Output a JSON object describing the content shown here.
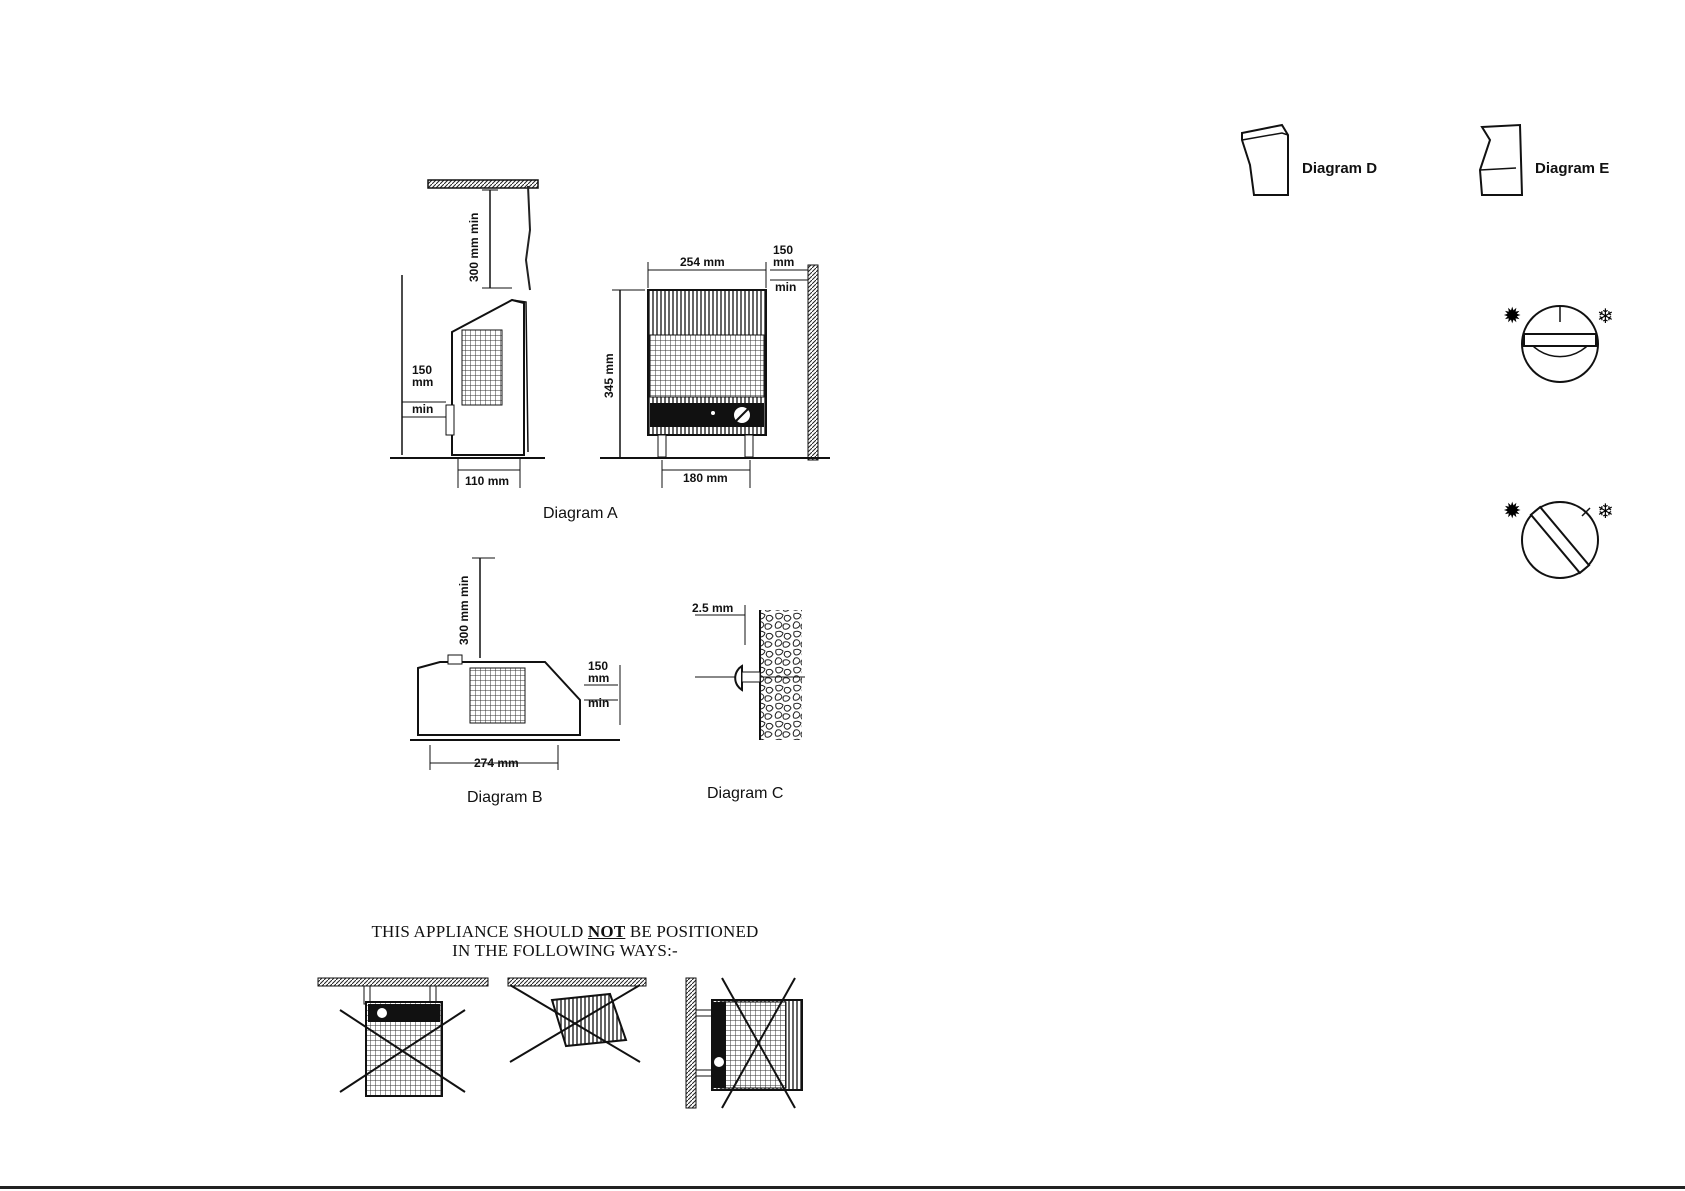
{
  "diagram_a": {
    "caption": "Diagram A",
    "dims": {
      "top_clearance": "300 mm  min",
      "side_clearance_1": "150",
      "side_clearance_2": "mm",
      "side_clearance_3": "min",
      "base_depth": "110 mm",
      "width": "254 mm",
      "wall_clearance_1": "150",
      "wall_clearance_2": "mm",
      "wall_clearance_3": "min",
      "height": "345 mm",
      "feet_spacing": "180 mm"
    }
  },
  "diagram_b": {
    "caption": "Diagram B",
    "dims": {
      "top_clearance": "300 mm  min",
      "side_clearance_1": "150",
      "side_clearance_2": "mm",
      "side_clearance_3": "min",
      "length": "274 mm"
    }
  },
  "diagram_c": {
    "caption": "Diagram C",
    "dims": {
      "gap": "2.5 mm"
    }
  },
  "diagram_d": {
    "caption": "Diagram D"
  },
  "diagram_e": {
    "caption": "Diagram E"
  },
  "warning": {
    "line1_pre": "THIS APPLIANCE SHOULD ",
    "line1_emph": "NOT",
    "line1_post": " BE POSITIONED",
    "line2": "IN THE FOLLOWING WAYS:-"
  },
  "icons": [
    "sun-icon",
    "snowflake-icon",
    "thermostat-dial-icon",
    "rocker-switch-icon",
    "wall-hatch-icon",
    "cross-out-icon"
  ]
}
